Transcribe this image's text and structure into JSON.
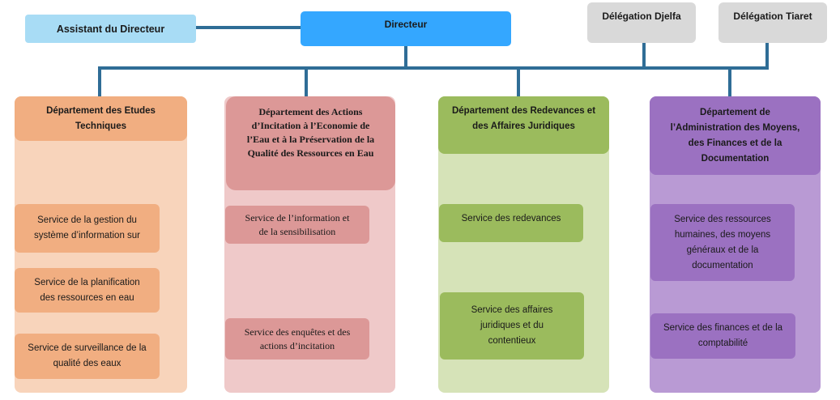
{
  "top": {
    "assistant": "Assistant du Directeur",
    "director": "Directeur",
    "delegation_djelfa": "Délégation Djelfa",
    "delegation_tiaret": "Délégation Tiaret"
  },
  "colors": {
    "connector": "#2f6d96",
    "assistant": "#a8dcf5",
    "director": "#34a7ff",
    "delegation": "#d9d9d9"
  },
  "departments": [
    {
      "title": "Département des Etudes\nTechniques",
      "header_color": "#f1ae81",
      "body_color": "#f8d4bb",
      "services": [
        "Service de la gestion du\nsystème d’information sur",
        "Service de la planification\ndes ressources en eau",
        "Service de surveillance de la\nqualité des eaux"
      ]
    },
    {
      "title": "Département des Actions\nd’Incitation à l’Economie de\nl’Eau et à la Préservation de la\nQualité des Ressources en Eau",
      "header_color": "#dc9897",
      "body_color": "#efc9c9",
      "services": [
        "Service de l’information et\nde la sensibilisation",
        "Service des enquêtes et des\nactions d’incitation"
      ]
    },
    {
      "title": "Département des Redevances et\ndes Affaires Juridiques",
      "header_color": "#9bbb5d",
      "body_color": "#d6e3b8",
      "services": [
        "Service des redevances",
        "Service des affaires\njuridiques et du\ncontentieux"
      ]
    },
    {
      "title": "Département de\nl’Administration des Moyens,\ndes Finances et de la\nDocumentation",
      "header_color": "#9b71c1",
      "body_color": "#b99ad4",
      "services": [
        "Service des ressources\nhumaines, des moyens\ngénéraux et de la\ndocumentation",
        "Service des finances et de la\ncomptabilité"
      ]
    }
  ]
}
